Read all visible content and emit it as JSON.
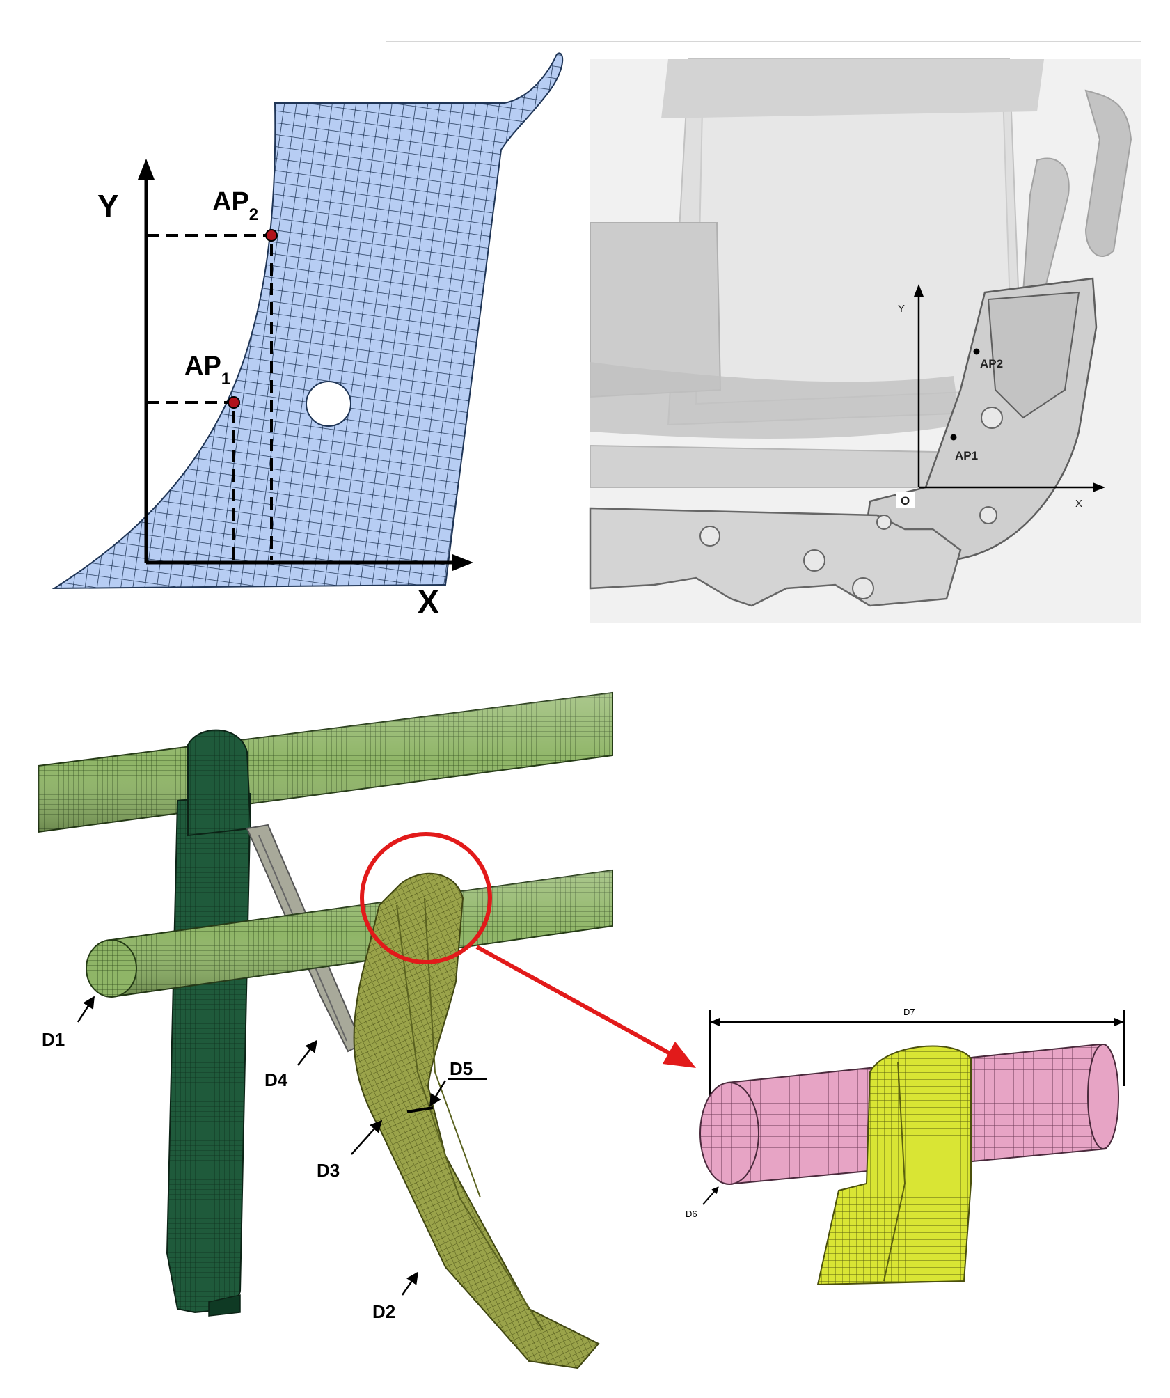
{
  "panel_a": {
    "axis_y_label": "Y",
    "axis_x_label": "X",
    "point1_base": "AP",
    "point1_sub": "1",
    "point2_base": "AP",
    "point2_sub": "2",
    "colors": {
      "mesh_fill": "#b7cdf3",
      "mesh_line": "#1f3556",
      "point": "#b0121b"
    }
  },
  "panel_b": {
    "axis_y_label": "Y",
    "axis_x_label": "X",
    "origin_label": "O",
    "point1_label": "AP1",
    "point2_label": "AP2",
    "colors": {
      "shade": "#d9d9d9"
    }
  },
  "panel_c": {
    "labels": {
      "d1": "D1",
      "d2": "D2",
      "d3": "D3",
      "d4": "D4",
      "d5": "D5"
    },
    "colors": {
      "tube": "#8fb567",
      "strap": "#1f5a3b",
      "bracket": "#9aa34a",
      "highlight": "#e21a1a"
    }
  },
  "panel_d": {
    "labels": {
      "d6": "D6",
      "d7": "D7"
    },
    "colors": {
      "cylinder": "#e7a4c5",
      "strap": "#d9e534"
    }
  }
}
